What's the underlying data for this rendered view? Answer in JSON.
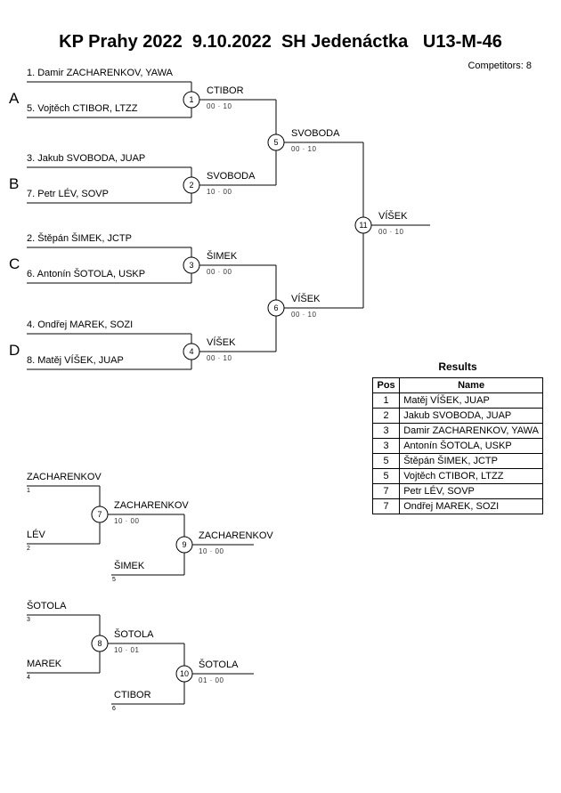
{
  "header": {
    "title": "KP Prahy 2022  9.10.2022  SH Jedenáctka   U13-M-46",
    "competitors": "Competitors: 8"
  },
  "groups": [
    "A",
    "B",
    "C",
    "D"
  ],
  "main": {
    "players": [
      "1. Damir ZACHARENKOV, YAWA",
      "5. Vojtěch CTIBOR, LTZZ",
      "3. Jakub SVOBODA, JUAP",
      "7. Petr LÉV, SOVP",
      "2. Štěpán ŠIMEK, JCTP",
      "6. Antonín ŠOTOLA, USKP",
      "4. Ondřej MAREK, SOZI",
      "8. Matěj VÍŠEK, JUAP"
    ],
    "matches": {
      "m1": {
        "no": "1",
        "winner": "CTIBOR",
        "score": "00 · 10"
      },
      "m2": {
        "no": "2",
        "winner": "SVOBODA",
        "score": "10 · 00"
      },
      "m3": {
        "no": "3",
        "winner": "ŠIMEK",
        "score": "00 · 00"
      },
      "m4": {
        "no": "4",
        "winner": "VÍŠEK",
        "score": "00 · 10"
      },
      "m5": {
        "no": "5",
        "winner": "SVOBODA",
        "score": "00 · 10"
      },
      "m6": {
        "no": "6",
        "winner": "VÍŠEK",
        "score": "00 · 10"
      },
      "m11": {
        "no": "11",
        "winner": "VÍŠEK",
        "score": "00 · 10"
      }
    }
  },
  "consolation": {
    "entries": {
      "zacharenkov": {
        "name": "ZACHARENKOV",
        "seed": "1"
      },
      "lev": {
        "name": "LÉV",
        "seed": "2"
      },
      "simek": {
        "name": "ŠIMEK",
        "seed": "5"
      },
      "sotola": {
        "name": "ŠOTOLA",
        "seed": "3"
      },
      "marek": {
        "name": "MAREK",
        "seed": "4"
      },
      "ctibor": {
        "name": "CTIBOR",
        "seed": "6"
      }
    },
    "matches": {
      "m7": {
        "no": "7",
        "winner": "ZACHARENKOV",
        "score": "10 · 00"
      },
      "m9": {
        "no": "9",
        "winner": "ZACHARENKOV",
        "score": "10 · 00"
      },
      "m8": {
        "no": "8",
        "winner": "ŠOTOLA",
        "score": "10 · 01"
      },
      "m10": {
        "no": "10",
        "winner": "ŠOTOLA",
        "score": "01 · 00"
      }
    }
  },
  "results": {
    "title": "Results",
    "columns": [
      "Pos",
      "Name"
    ],
    "rows": [
      [
        "1",
        "Matěj VÍŠEK, JUAP"
      ],
      [
        "2",
        "Jakub SVOBODA, JUAP"
      ],
      [
        "3",
        "Damir ZACHARENKOV, YAWA"
      ],
      [
        "3",
        "Antonín ŠOTOLA, USKP"
      ],
      [
        "5",
        "Štěpán ŠIMEK, JCTP"
      ],
      [
        "5",
        "Vojtěch CTIBOR, LTZZ"
      ],
      [
        "7",
        "Petr LÉV, SOVP"
      ],
      [
        "7",
        "Ondřej MAREK, SOZI"
      ]
    ]
  }
}
